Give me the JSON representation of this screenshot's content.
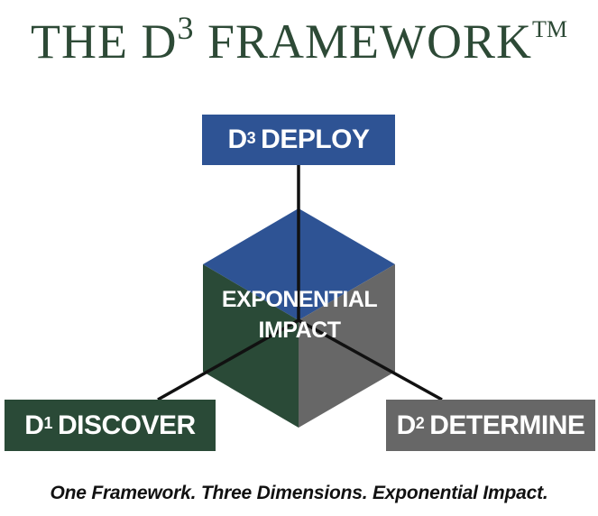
{
  "title": {
    "text_main": "THE D",
    "text_exp": "3",
    "text_rest": " FRAMEWORK",
    "text_tm": "TM",
    "color": "#2d4a36"
  },
  "center": {
    "line1": "EXPONENTIAL",
    "line2": "IMPACT"
  },
  "nodes": {
    "deploy": {
      "prefix": "D",
      "exp": "3",
      "label": "DEPLOY",
      "color": "#2e5394"
    },
    "discover": {
      "prefix": "D",
      "exp": "1",
      "label": "DISCOVER",
      "color": "#2a4a37"
    },
    "determine": {
      "prefix": "D",
      "exp": "2",
      "label": "DETERMINE",
      "color": "#676767"
    }
  },
  "tagline": "One Framework.  Three Dimensions.  Exponential Impact.",
  "colors": {
    "cube_top": "#2e5394",
    "cube_left": "#2a4a37",
    "cube_right": "#676767",
    "connector": "#111111"
  }
}
